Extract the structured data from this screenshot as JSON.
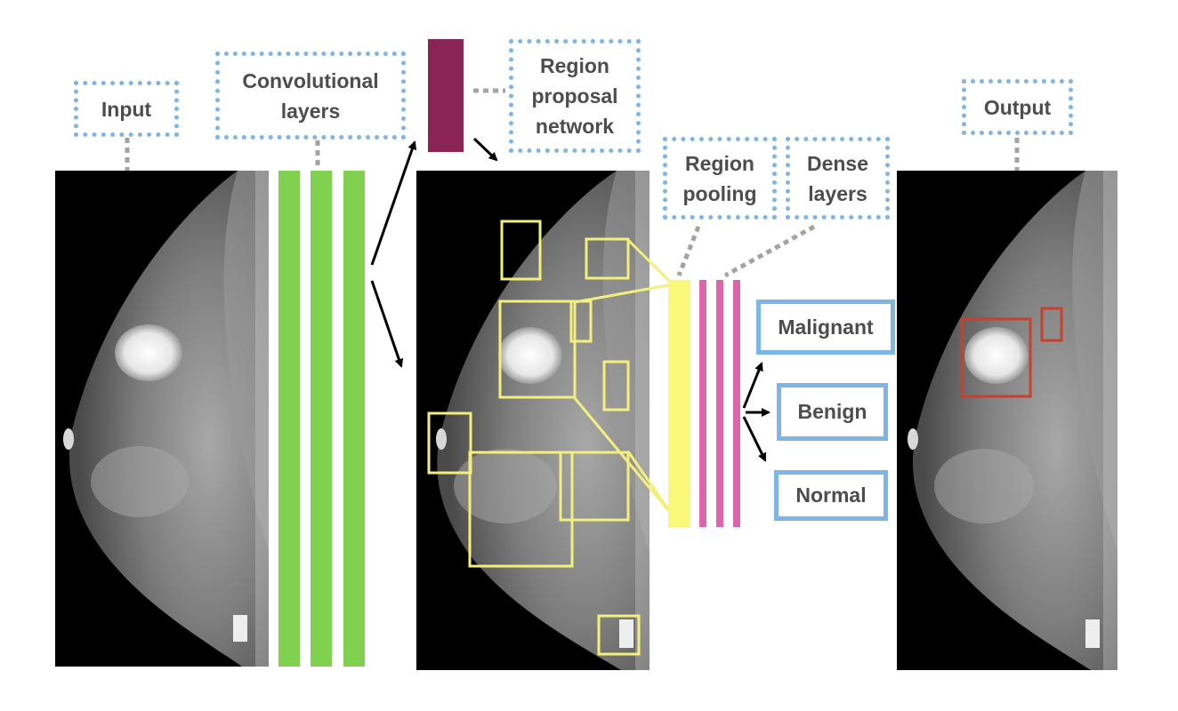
{
  "labels": {
    "input": "Input",
    "conv": "Convolutional\nlayers",
    "rpn": "Region\nproposal\nnetwork",
    "region_pooling": "Region\npooling",
    "dense_layers": "Dense\nlayers",
    "output": "Output"
  },
  "classes": {
    "malignant": "Malignant",
    "benign": "Benign",
    "normal": "Normal"
  },
  "colors": {
    "label_border": "#7cb6e8",
    "conv_layers": "#7fd14f",
    "rpn_block": "#8b2456",
    "proposal_boxes": "#f3ef7e",
    "pooling_bar": "#fbf779",
    "dense_bars": "#df64ae",
    "output_boxes": "#c8402e"
  }
}
